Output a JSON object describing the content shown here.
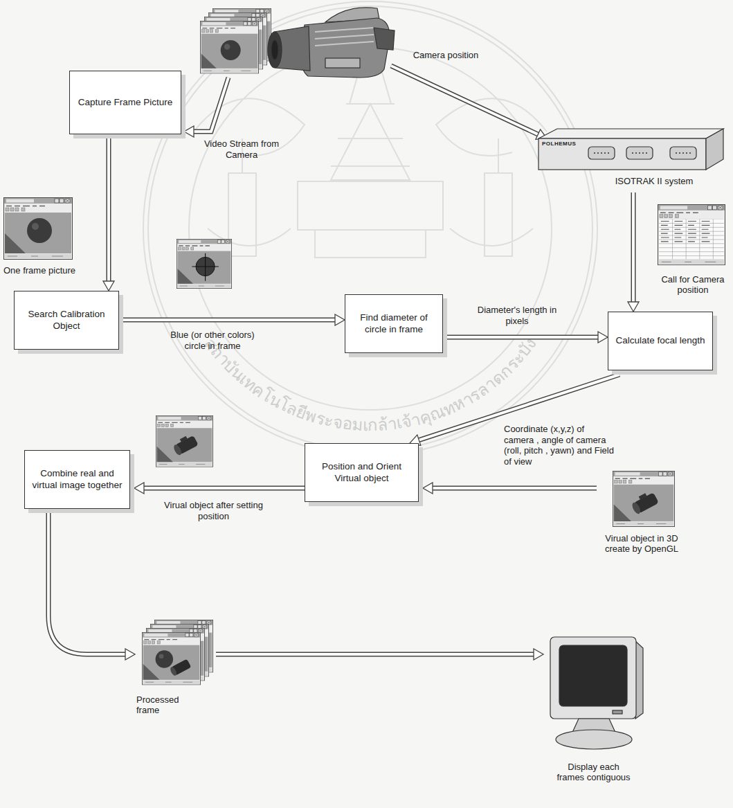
{
  "diagram": {
    "nodes": [
      {
        "text": [
          "Capture Frame Picture"
        ]
      },
      {
        "text": [
          "ISOTRAK II system"
        ]
      },
      {
        "text": [
          "One frame picture"
        ]
      },
      {
        "text": [
          "Call for Camera position"
        ]
      },
      {
        "text": [
          "Search Calibration Object"
        ]
      },
      {
        "text": [
          "Find diameter of circle in frame"
        ]
      },
      {
        "text": [
          "Calculate focal length"
        ]
      },
      {
        "text": [
          "Combine real and virtual image together"
        ]
      },
      {
        "text": [
          "Position and Orient Virtual object"
        ]
      },
      {
        "text": [
          "Virual object in 3D create by OpenGL"
        ]
      },
      {
        "text": [
          "Processed frame"
        ]
      },
      {
        "text": [
          "Display each frames contiguous"
        ]
      }
    ],
    "edges": [
      {
        "from": 0,
        "to": 4,
        "arrow": "to"
      },
      {
        "from": 4,
        "to": 5,
        "label": "Blue (or other colors) circle in frame",
        "arrow": "to"
      },
      {
        "from": 5,
        "to": 6,
        "label": "Diameter's length in pixels",
        "arrow": "to"
      },
      {
        "from": 1,
        "to": 6,
        "arrow": "to"
      },
      {
        "from": 6,
        "to": 8,
        "label": "Coordinate (x,y,z) of camera , angle of camera (roll, pitch , yawn) and Field of view",
        "arrow": "to"
      },
      {
        "from": 9,
        "to": 8,
        "arrow": "to"
      },
      {
        "from": 8,
        "to": 7,
        "label": "Virual object after setting position",
        "arrow": "to"
      },
      {
        "from": 7,
        "to": 10,
        "arrow": "to"
      },
      {
        "from": 10,
        "to": 11,
        "arrow": "to"
      }
    ],
    "labels": [
      "Camera position",
      "Video Stream from Camera",
      "POLHEMUS",
      "สถาบันเทคโนโลยีพระจอมเกล้าเจ้าคุณทหารลาดกระบัง"
    ]
  }
}
